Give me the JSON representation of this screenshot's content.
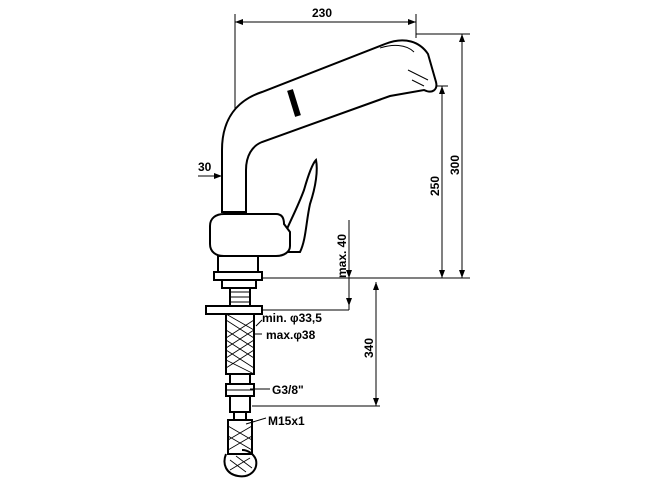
{
  "dimensions": {
    "width_top": "230",
    "spout_offset": "30",
    "height_250": "250",
    "height_300": "300",
    "max_40": "max. 40",
    "min_hole": "min. φ33,5",
    "max_hole": "max.φ38",
    "hose_length": "340",
    "thread_g": "G3/8\"",
    "thread_m": "M15x1"
  }
}
